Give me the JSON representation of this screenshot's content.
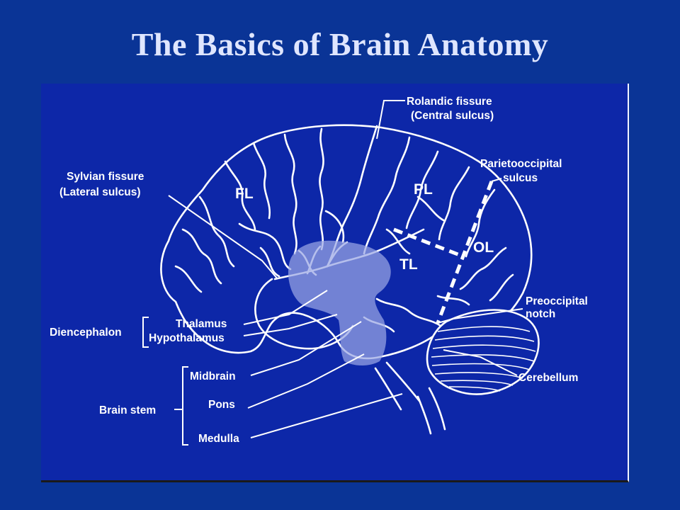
{
  "title": "The Basics of Brain Anatomy",
  "colors": {
    "background": "#0a3496",
    "diagram_background": "#0d27a8",
    "line": "#ffffff",
    "shaded_region": "#9aa6e4"
  },
  "labels": {
    "rolandic_line1": "Rolandic fissure",
    "rolandic_line2": "(Central sulcus)",
    "sylvian_line1": "Sylvian fissure",
    "sylvian_line2": "(Lateral sulcus)",
    "parietooccipital_line1": "Parietooccipital",
    "parietooccipital_line2": "sulcus",
    "preoccipital_line1": "Preoccipital",
    "preoccipital_line2": "notch",
    "diencephalon": "Diencephalon",
    "thalamus": "Thalamus",
    "hypothalamus": "Hypothalamus",
    "brain_stem": "Brain stem",
    "midbrain": "Midbrain",
    "pons": "Pons",
    "medulla": "Medulla",
    "cerebellum": "Cerebellum"
  },
  "lobes": {
    "frontal": "FL",
    "parietal": "PL",
    "temporal": "TL",
    "occipital": "OL"
  }
}
